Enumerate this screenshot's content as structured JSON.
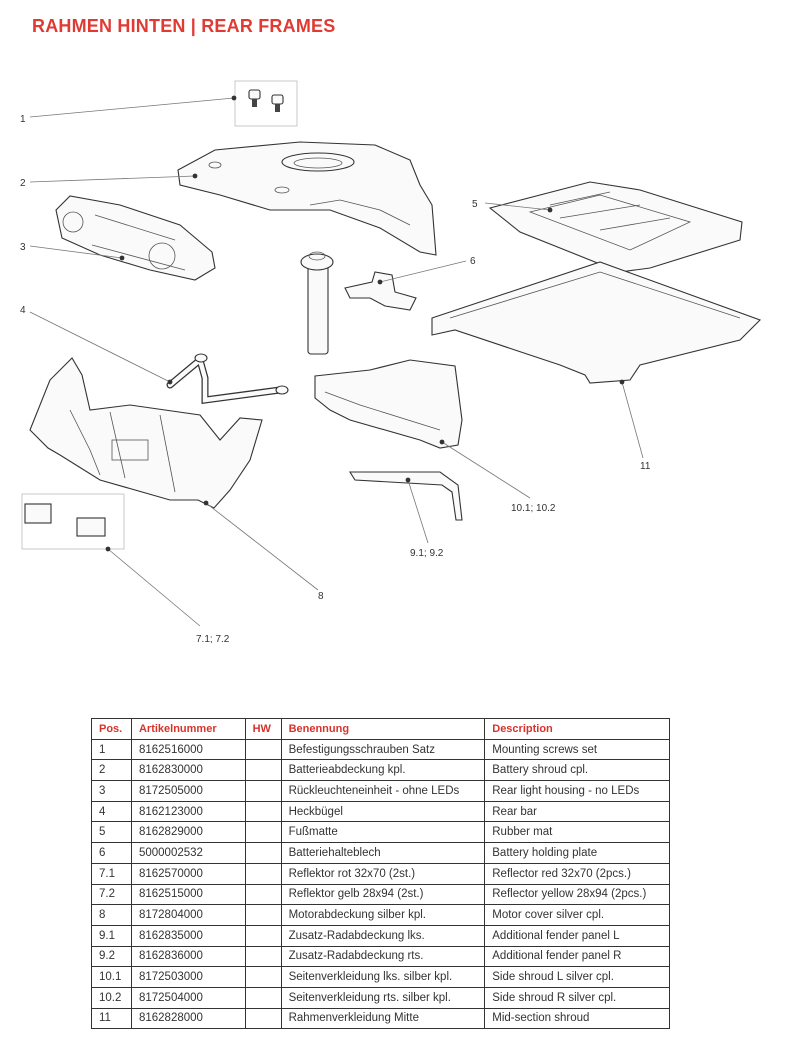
{
  "header": {
    "title": "RAHMEN HINTEN  |  REAR FRAMES"
  },
  "callouts": [
    "1",
    "2",
    "3",
    "4",
    "5",
    "6",
    "11",
    "10.1; 10.2",
    "9.1; 9.2",
    "8",
    "7.1; 7.2"
  ],
  "table": {
    "headers": [
      "Pos.",
      "Artikelnummer",
      "HW",
      "Benennung",
      "Description"
    ],
    "rows": [
      [
        "1",
        "8162516000",
        "",
        "Befestigungsschrauben Satz",
        "Mounting screws set"
      ],
      [
        "2",
        "8162830000",
        "",
        "Batterieabdeckung kpl.",
        "Battery shroud cpl."
      ],
      [
        "3",
        "8172505000",
        "",
        "Rückleuchteneinheit - ohne LEDs",
        "Rear light housing - no LEDs"
      ],
      [
        "4",
        "8162123000",
        "",
        "Heckbügel",
        "Rear bar"
      ],
      [
        "5",
        "8162829000",
        "",
        "Fußmatte",
        "Rubber mat"
      ],
      [
        "6",
        "5000002532",
        "",
        "Batteriehalteblech",
        "Battery holding plate"
      ],
      [
        "7.1",
        "8162570000",
        "",
        "Reflektor rot 32x70 (2st.)",
        "Reflector red 32x70 (2pcs.)"
      ],
      [
        "7.2",
        "8162515000",
        "",
        "Reflektor gelb 28x94 (2st.)",
        "Reflector yellow 28x94 (2pcs.)"
      ],
      [
        "8",
        "8172804000",
        "",
        "Motorabdeckung silber kpl.",
        "Motor cover silver cpl."
      ],
      [
        "9.1",
        "8162835000",
        "",
        "Zusatz-Radabdeckung lks.",
        "Additional fender panel L"
      ],
      [
        "9.2",
        "8162836000",
        "",
        "Zusatz-Radabdeckung rts.",
        "Additional fender panel R"
      ],
      [
        "10.1",
        "8172503000",
        "",
        "Seitenverkleidung lks. silber kpl.",
        "Side shroud L silver cpl."
      ],
      [
        "10.2",
        "8172504000",
        "",
        "Seitenverkleidung rts. silber kpl.",
        "Side shroud R silver cpl."
      ],
      [
        "11",
        "8162828000",
        "",
        "Rahmenverkleidung Mitte",
        "Mid-section shroud"
      ]
    ]
  }
}
